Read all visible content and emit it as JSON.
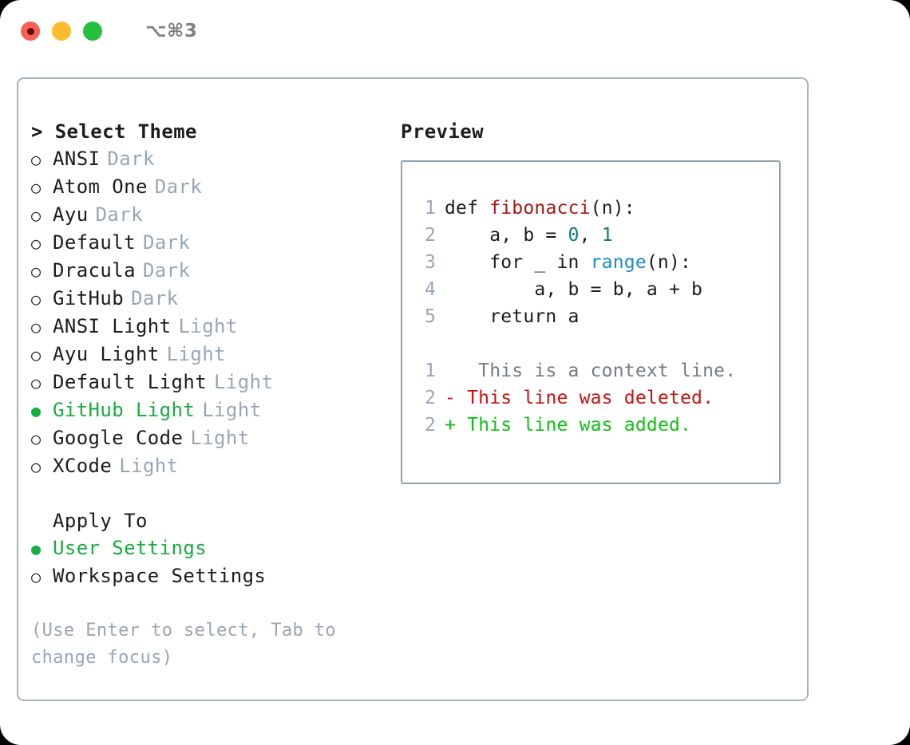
{
  "titlebar": {
    "shortcut": "⌥⌘3",
    "buttons": [
      {
        "name": "close",
        "color": "#fa5e55"
      },
      {
        "name": "minimize",
        "color": "#fdbc2e"
      },
      {
        "name": "maximize",
        "color": "#25c03b"
      }
    ]
  },
  "theme_picker": {
    "heading": "> Select Theme",
    "marker_unselected": "○",
    "marker_selected": "●",
    "items": [
      {
        "label": "ANSI",
        "suffix": "Dark",
        "selected": false
      },
      {
        "label": "Atom One",
        "suffix": "Dark",
        "selected": false
      },
      {
        "label": "Ayu",
        "suffix": "Dark",
        "selected": false
      },
      {
        "label": "Default",
        "suffix": "Dark",
        "selected": false
      },
      {
        "label": "Dracula",
        "suffix": "Dark",
        "selected": false
      },
      {
        "label": "GitHub",
        "suffix": "Dark",
        "selected": false
      },
      {
        "label": "ANSI Light",
        "suffix": "Light",
        "selected": false
      },
      {
        "label": "Ayu Light",
        "suffix": "Light",
        "selected": false
      },
      {
        "label": "Default Light",
        "suffix": "Light",
        "selected": false
      },
      {
        "label": "GitHub Light",
        "suffix": "Light",
        "selected": true
      },
      {
        "label": "Google Code",
        "suffix": "Light",
        "selected": false
      },
      {
        "label": "XCode",
        "suffix": "Light",
        "selected": false
      }
    ]
  },
  "apply_to": {
    "heading": "Apply To",
    "items": [
      {
        "label": "User Settings",
        "selected": true
      },
      {
        "label": "Workspace Settings",
        "selected": false
      }
    ]
  },
  "hint": "(Use Enter to select, Tab to change focus)",
  "preview": {
    "heading": "Preview",
    "code_lines": [
      {
        "num": "1",
        "segments": [
          {
            "t": "def ",
            "k": "plain"
          },
          {
            "t": "fibonacci",
            "k": "fn"
          },
          {
            "t": "(n):",
            "k": "plain"
          }
        ]
      },
      {
        "num": "2",
        "segments": [
          {
            "t": "    a, b = ",
            "k": "plain"
          },
          {
            "t": "0",
            "k": "num"
          },
          {
            "t": ", ",
            "k": "plain"
          },
          {
            "t": "1",
            "k": "num"
          }
        ]
      },
      {
        "num": "3",
        "segments": [
          {
            "t": "    for _ in ",
            "k": "plain"
          },
          {
            "t": "range",
            "k": "bi"
          },
          {
            "t": "(n):",
            "k": "plain"
          }
        ]
      },
      {
        "num": "4",
        "segments": [
          {
            "t": "        a, b = b, a + b",
            "k": "plain"
          }
        ]
      },
      {
        "num": "5",
        "segments": [
          {
            "t": "    return a",
            "k": "plain"
          }
        ]
      }
    ],
    "diff_lines": [
      {
        "num": "1",
        "marker": " ",
        "text": "  This is a context line.",
        "kind": "ctx"
      },
      {
        "num": "2",
        "marker": "-",
        "text": " This line was deleted.",
        "kind": "del"
      },
      {
        "num": "2",
        "marker": "+",
        "text": " This line was added.",
        "kind": "add"
      }
    ]
  },
  "colors": {
    "selected_green": "#17ad3f",
    "muted_blue_gray": "#9aa5b3",
    "panel_border": "#a8b2c0",
    "preview_border": "#94a0b0",
    "code_function": "#a81717",
    "code_number": "#0f7a78",
    "code_builtin": "#1b8cc4",
    "diff_delete": "#cb1010",
    "diff_add": "#11c015"
  }
}
